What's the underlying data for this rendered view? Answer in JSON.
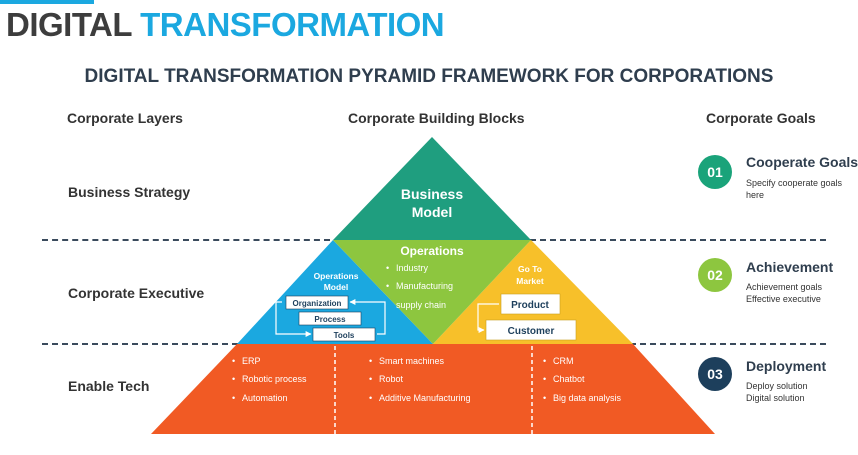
{
  "header": {
    "title_part1": "DIGITAL",
    "title_part2": "TRANSFORMATION",
    "subtitle": "DIGITAL TRANSFORMATION PYRAMID FRAMEWORK FOR CORPORATIONS"
  },
  "columns": {
    "layers": "Corporate Layers",
    "blocks": "Corporate Building Blocks",
    "goals": "Corporate Goals"
  },
  "layers": [
    "Business Strategy",
    "Corporate Executive",
    "Enable Tech"
  ],
  "pyramid": {
    "top": {
      "line1": "Business",
      "line2": "Model"
    },
    "operations": {
      "title": "Operations",
      "items": [
        "Industry",
        "Manufacturing",
        "supply chain"
      ]
    },
    "left": {
      "title1": "Operations",
      "title2": "Model",
      "boxes": [
        "Organization",
        "Process",
        "Tools"
      ]
    },
    "right": {
      "title1": "Go To",
      "title2": "Market",
      "boxes": [
        "Product",
        "Customer"
      ]
    },
    "base_columns": [
      [
        "ERP",
        "Robotic process",
        "Automation"
      ],
      [
        "Smart machines",
        "Robot",
        "Additive Manufacturing"
      ],
      [
        "CRM",
        "Chatbot",
        "Big data analysis"
      ]
    ]
  },
  "goals": [
    {
      "number": "01",
      "title": "Cooperate Goals",
      "desc": [
        "Specify cooperate goals",
        "here"
      ],
      "color": "#1aa37a"
    },
    {
      "number": "02",
      "title": "Achievement",
      "desc": [
        "Achievement goals",
        "Effective executive"
      ],
      "color": "#8dc63f"
    },
    {
      "number": "03",
      "title": "Deployment",
      "desc": [
        "Deploy solution",
        "Digital solution"
      ],
      "color": "#1d3f5c"
    }
  ],
  "colors": {
    "accent": "#1ba8e0",
    "teal": "#1f9e7f",
    "green": "#8dc63f",
    "blue": "#1ba8e0",
    "yellow": "#f7c02a",
    "orange": "#f15a24"
  }
}
